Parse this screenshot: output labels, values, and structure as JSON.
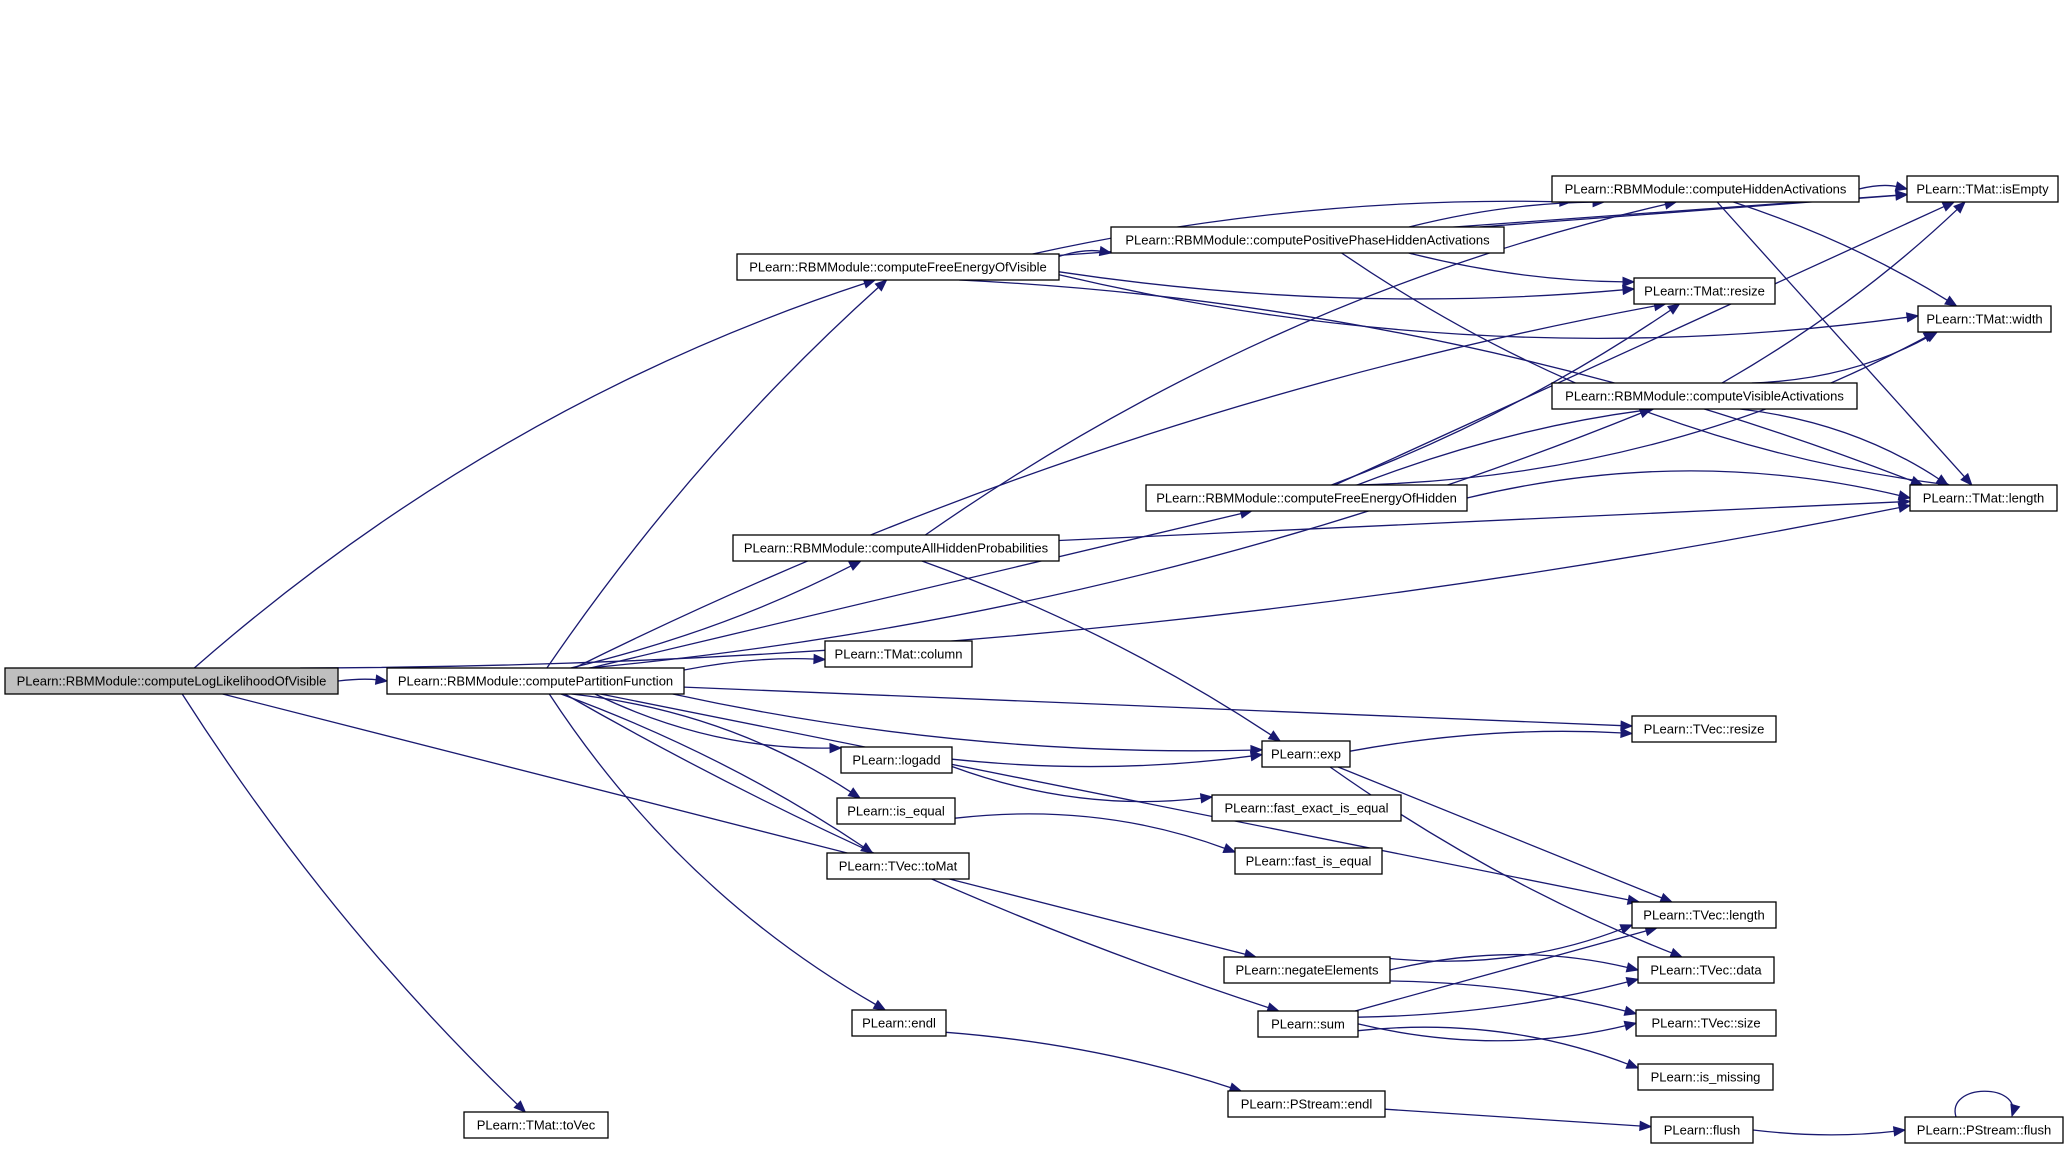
{
  "colors": {
    "edge": "#191970",
    "node_border": "#000000",
    "root_fill": "#bfbfbf",
    "background": "#ffffff"
  },
  "nodes": [
    {
      "id": "root",
      "label": "PLearn::RBMModule::computeLogLikelihoodOfVisible"
    },
    {
      "id": "freeVis",
      "label": "PLearn::RBMModule::computeFreeEnergyOfVisible"
    },
    {
      "id": "partFn",
      "label": "PLearn::RBMModule::computePartitionFunction"
    },
    {
      "id": "allHidden",
      "label": "PLearn::RBMModule::computeAllHiddenProbabilities"
    },
    {
      "id": "freeHid",
      "label": "PLearn::RBMModule::computeFreeEnergyOfHidden"
    },
    {
      "id": "posPhase",
      "label": "PLearn::RBMModule::computePositivePhaseHiddenActivations"
    },
    {
      "id": "hidAct",
      "label": "PLearn::RBMModule::computeHiddenActivations"
    },
    {
      "id": "visAct",
      "label": "PLearn::RBMModule::computeVisibleActivations"
    },
    {
      "id": "tmatIsEmpty",
      "label": "PLearn::TMat::isEmpty"
    },
    {
      "id": "tmatResize",
      "label": "PLearn::TMat::resize"
    },
    {
      "id": "tmatWidth",
      "label": "PLearn::TMat::width"
    },
    {
      "id": "tmatLength",
      "label": "PLearn::TMat::length"
    },
    {
      "id": "tmatColumn",
      "label": "PLearn::TMat::column"
    },
    {
      "id": "tvecResize",
      "label": "PLearn::TVec::resize"
    },
    {
      "id": "exp",
      "label": "PLearn::exp"
    },
    {
      "id": "logadd",
      "label": "PLearn::logadd"
    },
    {
      "id": "fastExact",
      "label": "PLearn::fast_exact_is_equal"
    },
    {
      "id": "isEqual",
      "label": "PLearn::is_equal"
    },
    {
      "id": "fastIsEqual",
      "label": "PLearn::fast_is_equal"
    },
    {
      "id": "toMat",
      "label": "PLearn::TVec::toMat"
    },
    {
      "id": "tvecLength",
      "label": "PLearn::TVec::length"
    },
    {
      "id": "negate",
      "label": "PLearn::negateElements"
    },
    {
      "id": "tvecData",
      "label": "PLearn::TVec::data"
    },
    {
      "id": "sum",
      "label": "PLearn::sum"
    },
    {
      "id": "tvecSize",
      "label": "PLearn::TVec::size"
    },
    {
      "id": "endl",
      "label": "PLearn::endl"
    },
    {
      "id": "isMissing",
      "label": "PLearn::is_missing"
    },
    {
      "id": "pstreamEndl",
      "label": "PLearn::PStream::endl"
    },
    {
      "id": "flush",
      "label": "PLearn::flush"
    },
    {
      "id": "pstreamFlush",
      "label": "PLearn::PStream::flush"
    },
    {
      "id": "toVec",
      "label": "PLearn::TMat::toVec"
    }
  ],
  "edges": [
    {
      "from": "root",
      "to": "freeVis"
    },
    {
      "from": "root",
      "to": "partFn"
    },
    {
      "from": "root",
      "to": "negate"
    },
    {
      "from": "root",
      "to": "toVec"
    },
    {
      "from": "root",
      "to": "tmatLength"
    },
    {
      "from": "freeVis",
      "to": "posPhase"
    },
    {
      "from": "freeVis",
      "to": "hidAct"
    },
    {
      "from": "freeVis",
      "to": "tmatIsEmpty"
    },
    {
      "from": "freeVis",
      "to": "tmatResize"
    },
    {
      "from": "freeVis",
      "to": "tmatWidth"
    },
    {
      "from": "freeVis",
      "to": "tmatLength"
    },
    {
      "from": "posPhase",
      "to": "hidAct"
    },
    {
      "from": "posPhase",
      "to": "tmatIsEmpty"
    },
    {
      "from": "posPhase",
      "to": "tmatResize"
    },
    {
      "from": "posPhase",
      "to": "tmatLength"
    },
    {
      "from": "hidAct",
      "to": "tmatIsEmpty"
    },
    {
      "from": "hidAct",
      "to": "tmatWidth"
    },
    {
      "from": "hidAct",
      "to": "tmatLength"
    },
    {
      "from": "visAct",
      "to": "tmatIsEmpty"
    },
    {
      "from": "visAct",
      "to": "tmatWidth"
    },
    {
      "from": "visAct",
      "to": "tmatLength"
    },
    {
      "from": "freeHid",
      "to": "visAct"
    },
    {
      "from": "freeHid",
      "to": "tmatIsEmpty"
    },
    {
      "from": "freeHid",
      "to": "tmatResize"
    },
    {
      "from": "freeHid",
      "to": "tmatWidth"
    },
    {
      "from": "freeHid",
      "to": "tmatLength"
    },
    {
      "from": "partFn",
      "to": "freeVis"
    },
    {
      "from": "partFn",
      "to": "freeHid"
    },
    {
      "from": "partFn",
      "to": "allHidden"
    },
    {
      "from": "partFn",
      "to": "visAct"
    },
    {
      "from": "partFn",
      "to": "tmatResize"
    },
    {
      "from": "partFn",
      "to": "tmatColumn"
    },
    {
      "from": "partFn",
      "to": "tvecResize"
    },
    {
      "from": "partFn",
      "to": "exp"
    },
    {
      "from": "partFn",
      "to": "logadd"
    },
    {
      "from": "partFn",
      "to": "isEqual"
    },
    {
      "from": "partFn",
      "to": "toMat"
    },
    {
      "from": "partFn",
      "to": "tvecLength"
    },
    {
      "from": "partFn",
      "to": "sum"
    },
    {
      "from": "partFn",
      "to": "endl"
    },
    {
      "from": "allHidden",
      "to": "hidAct"
    },
    {
      "from": "allHidden",
      "to": "exp"
    },
    {
      "from": "allHidden",
      "to": "tmatLength"
    },
    {
      "from": "logadd",
      "to": "exp"
    },
    {
      "from": "logadd",
      "to": "fastExact"
    },
    {
      "from": "isEqual",
      "to": "fastIsEqual"
    },
    {
      "from": "exp",
      "to": "tvecResize"
    },
    {
      "from": "exp",
      "to": "tvecLength"
    },
    {
      "from": "exp",
      "to": "tvecData"
    },
    {
      "from": "negate",
      "to": "tvecLength"
    },
    {
      "from": "negate",
      "to": "tvecData"
    },
    {
      "from": "negate",
      "to": "tvecSize"
    },
    {
      "from": "sum",
      "to": "tvecLength"
    },
    {
      "from": "sum",
      "to": "tvecData"
    },
    {
      "from": "sum",
      "to": "tvecSize"
    },
    {
      "from": "sum",
      "to": "isMissing"
    },
    {
      "from": "endl",
      "to": "pstreamEndl"
    },
    {
      "from": "pstreamEndl",
      "to": "flush"
    },
    {
      "from": "flush",
      "to": "pstreamFlush"
    },
    {
      "from": "pstreamFlush",
      "to": "pstreamFlush"
    }
  ]
}
